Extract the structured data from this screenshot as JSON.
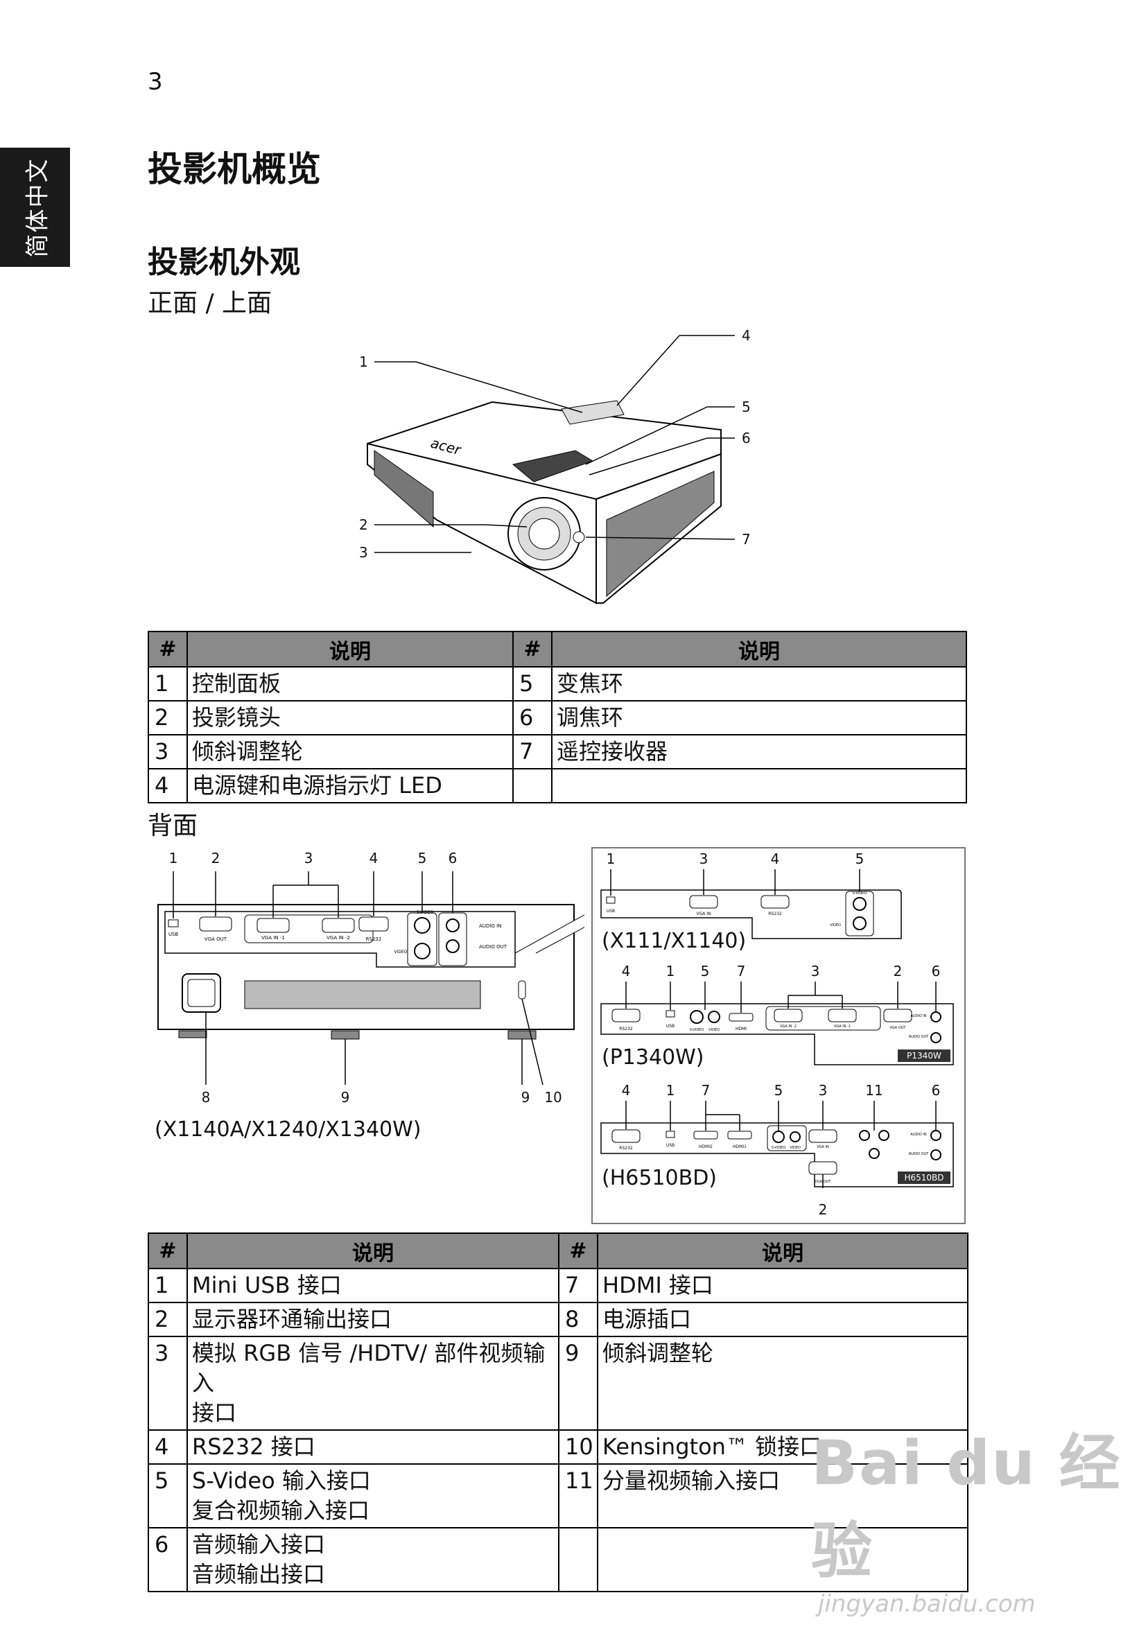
{
  "page_number": "3",
  "side_tab": "简体中文",
  "title": "投影机概览",
  "subtitle": "投影机外观",
  "front_label": "正面 / 上面",
  "back_label": "背面",
  "front_callouts": [
    "1",
    "2",
    "3",
    "4",
    "5",
    "6",
    "7"
  ],
  "table_header": {
    "num": "#",
    "desc": "说明"
  },
  "front_table": [
    {
      "l_num": "1",
      "l_desc": "控制面板",
      "r_num": "5",
      "r_desc": "变焦环"
    },
    {
      "l_num": "2",
      "l_desc": "投影镜头",
      "r_num": "6",
      "r_desc": "调焦环"
    },
    {
      "l_num": "3",
      "l_desc": "倾斜调整轮",
      "r_num": "7",
      "r_desc": "遥控接收器"
    },
    {
      "l_num": "4",
      "l_desc": "电源键和电源指示灯 LED",
      "r_num": "",
      "r_desc": ""
    }
  ],
  "rear_models": {
    "main": "(X1140A/X1240/X1340W)",
    "a": "(X111/X1140)",
    "b": "(P1340W)",
    "c": "(H6510BD)"
  },
  "rear_badges": {
    "b": "P1340W",
    "c": "H6510BD"
  },
  "port_labels": {
    "usb": "USB",
    "vga_out": "VGA OUT",
    "vga_in1": "VGA IN -1",
    "vga_in2": "VGA IN -2",
    "vga_in": "VGA IN",
    "rs232": "RS232",
    "svideo": "S-VIDEO",
    "video": "VIDEO",
    "audio_in": "AUDIO IN",
    "audio_out": "AUDIO OUT",
    "hdmi": "HDMI",
    "hdmi1": "HDMI1",
    "hdmi2": "HDMI2"
  },
  "rear_callouts": {
    "main_top": [
      "1",
      "2",
      "3",
      "4",
      "5",
      "6"
    ],
    "main_bottom": [
      "8",
      "9",
      "9",
      "10"
    ],
    "a": [
      "1",
      "3",
      "4",
      "5"
    ],
    "b": [
      "4",
      "1",
      "5",
      "7",
      "3",
      "2",
      "6"
    ],
    "c": [
      "4",
      "1",
      "7",
      "5",
      "3",
      "11",
      "6"
    ],
    "c_bottom": "2"
  },
  "rear_table": [
    {
      "l_num": "1",
      "l_desc": [
        "Mini USB 接口"
      ],
      "r_num": "7",
      "r_desc": [
        "HDMI 接口"
      ]
    },
    {
      "l_num": "2",
      "l_desc": [
        "显示器环通输出接口"
      ],
      "r_num": "8",
      "r_desc": [
        "电源插口"
      ]
    },
    {
      "l_num": "3",
      "l_desc": [
        "模拟 RGB 信号 /HDTV/ 部件视频输入",
        "接口"
      ],
      "r_num": "9",
      "r_desc": [
        "倾斜调整轮"
      ]
    },
    {
      "l_num": "4",
      "l_desc": [
        "RS232 接口"
      ],
      "r_num": "10",
      "r_desc": [
        "Kensington™ 锁接口"
      ]
    },
    {
      "l_num": "5",
      "l_desc": [
        "S-Video 输入接口",
        "复合视频输入接口"
      ],
      "r_num": "11",
      "r_desc": [
        "分量视频输入接口"
      ]
    },
    {
      "l_num": "6",
      "l_desc": [
        "音频输入接口",
        "音频输出接口"
      ],
      "r_num": "",
      "r_desc": [
        ""
      ]
    }
  ],
  "watermark": {
    "logo": "Bai du 经验",
    "url": "jingyan.baidu.com"
  }
}
